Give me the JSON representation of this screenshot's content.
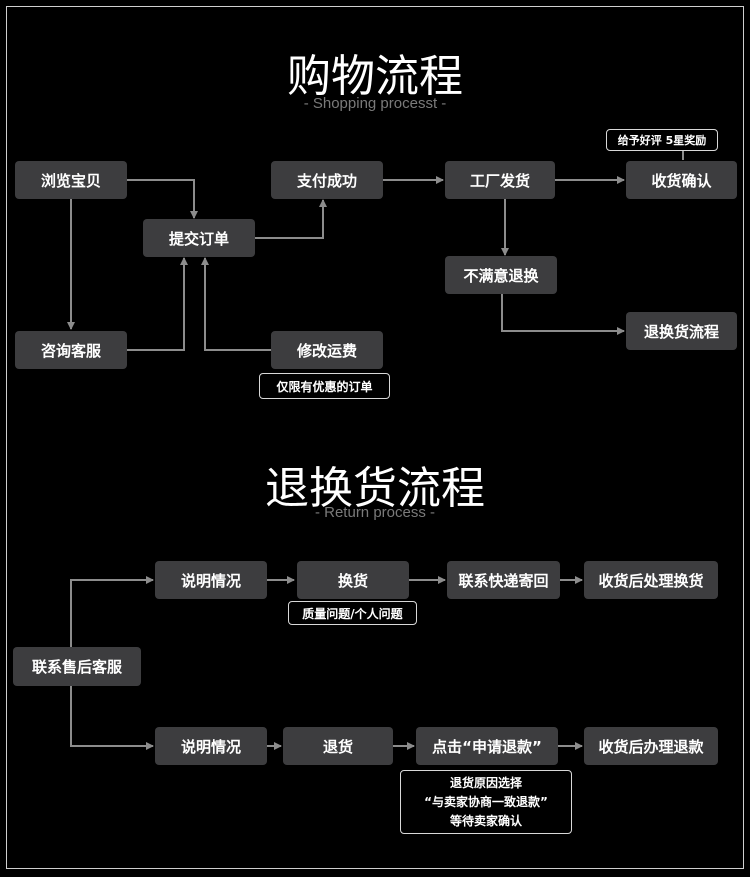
{
  "shopping": {
    "title": "购物流程",
    "subtitle": "- Shopping processt -",
    "nodes": {
      "browse": "浏览宝贝",
      "submit_order": "提交订单",
      "pay_success": "支付成功",
      "factory_ship": "工厂发货",
      "receive_confirm": "收货确认",
      "consult_service": "咨询客服",
      "modify_shipping": "修改运费",
      "unsatisfied_exchange": "不满意退换",
      "return_process": "退换货流程"
    },
    "notes": {
      "review_reward": "给予好评 5星奖励",
      "discount_only": "仅限有优惠的订单"
    }
  },
  "returns": {
    "title": "退换货流程",
    "subtitle": "- Return process -",
    "nodes": {
      "contact_service": "联系售后客服",
      "explain_top": "说明情况",
      "exchange": "换货",
      "contact_courier": "联系快递寄回",
      "after_receive_exchange": "收货后处理换货",
      "explain_bottom": "说明情况",
      "return": "退货",
      "click_apply": "点击“申请退款”",
      "after_receive_refund": "收货后办理退款"
    },
    "notes": {
      "quality_issue": "质量问题/个人问题",
      "reason_line1": "退货原因选择",
      "reason_line2": "“与卖家协商一致退款”",
      "reason_line3": "等待卖家确认"
    }
  },
  "colors": {
    "background": "#000000",
    "box": "#3d3d3f",
    "line": "#8c8c8c",
    "subtitle": "#7a7a7a"
  }
}
